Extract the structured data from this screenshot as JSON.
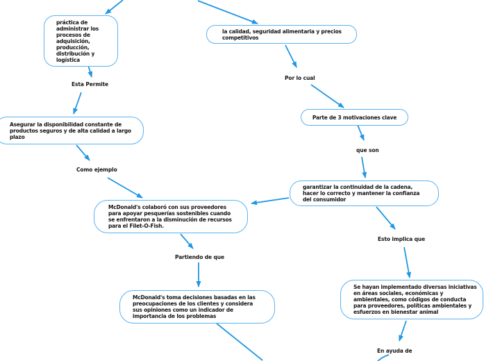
{
  "diagram": {
    "type": "concept-map",
    "background": "#ffffff",
    "colors": {
      "node_border": "#5ab2f0",
      "node_fill": "#ffffff",
      "connector": "#2196e3",
      "text": "#141414"
    },
    "nodes": [
      {
        "id": "practica",
        "text": "práctica de\nadministrar los\nprocesos de\nadquisición,\nproducción,\ndistribución y\nlogística"
      },
      {
        "id": "calidad",
        "text": "la calidad, seguridad alimentaria y precios\ncompetitivos"
      },
      {
        "id": "asegurar",
        "text": "Asegurar la disponibilidad constante de\nproductos seguros y de alta calidad a largo\nplazo"
      },
      {
        "id": "motivaciones",
        "text": "Parte de 3 motivaciones clave"
      },
      {
        "id": "garantizar",
        "text": "garantizar la continuidad de la cadena,\nhacer lo correcto y mantener la confianza\ndel consumidor"
      },
      {
        "id": "mcdonalds-colaboro",
        "text": "McDonald's colaboró con sus proveedores\npara apoyar pesquerías sostenibles cuando\nse enfrentaron a la disminución de recursos\npara el Filet-O-Fish."
      },
      {
        "id": "mcdonalds-decisiones",
        "text": "McDonald's toma decisiones basadas en las\npreocupaciones de los clientes y considera\nsus opiniones como un indicador de\nimportancia de los problemas"
      },
      {
        "id": "iniciativas",
        "text": "Se hayan implementado diversas iniciativas\nen áreas sociales, económicas y\nambientales, como códigos de conducta\npara proveedores, políticas ambientales y\nesfuerzos en bienestar animal"
      }
    ],
    "connector_labels": [
      {
        "id": "esta-permite",
        "text": "Esta Permite"
      },
      {
        "id": "por-lo-cual",
        "text": "Por lo cual"
      },
      {
        "id": "como-ejemplo",
        "text": "Como ejemplo"
      },
      {
        "id": "que-son",
        "text": "que son"
      },
      {
        "id": "esto-implica-que",
        "text": "Esto implica que"
      },
      {
        "id": "partiendo-de-que",
        "text": "Partiendo de que"
      },
      {
        "id": "en-ayuda-de",
        "text": "En ayuda de"
      }
    ],
    "edges": [
      {
        "from": "offscreen-top",
        "to": "practica",
        "label": ""
      },
      {
        "from": "offscreen-top",
        "to": "calidad",
        "label": ""
      },
      {
        "from": "practica",
        "to": "asegurar",
        "label": "Esta Permite"
      },
      {
        "from": "calidad",
        "to": "motivaciones",
        "label": "Por lo cual"
      },
      {
        "from": "motivaciones",
        "to": "garantizar",
        "label": "que son"
      },
      {
        "from": "asegurar",
        "to": "mcdonalds-colaboro",
        "label": "Como ejemplo"
      },
      {
        "from": "garantizar",
        "to": "mcdonalds-colaboro",
        "label": ""
      },
      {
        "from": "mcdonalds-colaboro",
        "to": "mcdonalds-decisiones",
        "label": "Partiendo de que"
      },
      {
        "from": "garantizar",
        "to": "iniciativas",
        "label": "Esto implica que"
      },
      {
        "from": "iniciativas",
        "to": "offscreen-bottom",
        "label": "En ayuda de"
      },
      {
        "from": "mcdonalds-decisiones",
        "to": "offscreen-bottom",
        "label": ""
      }
    ]
  }
}
